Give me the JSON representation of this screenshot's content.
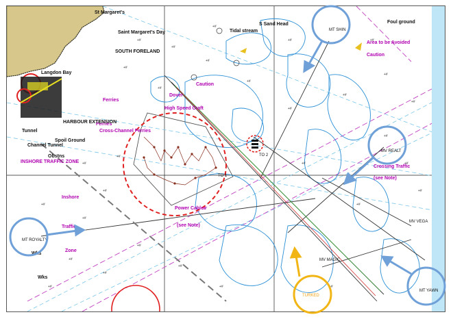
{
  "map": {
    "labels": {
      "st_margarets": "St Margaret's",
      "margarets_day": "Saint Margaret's Day",
      "south_foreland": "SOUTH FORELAND",
      "langdon_bay": "Langdon Bay",
      "tidal_stream": "Tidal stream",
      "s_sand_head": "S Sand Head",
      "foul_ground": "Foul ground",
      "area_avoided": "Area to be Avoided",
      "caution_top": "Caution",
      "caution_mid": "Caution",
      "dover": "Dover",
      "high_speed": "High Speed Craft",
      "cross_channel": "Cross-Channel Ferries",
      "ferries_a": "Ferries",
      "ferries_b": "Ferries",
      "channel_tunnel": "Channel Tunnel",
      "spoil_ground": "Spoil Ground",
      "tunnel": "Tunnel",
      "obstns": "Obstns",
      "inshore_traffic_zone": "INSHORE TRAFFIC ZONE",
      "inshore": "Inshore",
      "traffic": "Traffic",
      "zone": "Zone",
      "power_cables": "Power Cables",
      "see_note": "(see Note)",
      "crossing_traffic": "Crossing Traffic",
      "see_note_right": "(see Note)",
      "wks_a": "Wks",
      "wks_b": "Wks",
      "harbour_extension": "HARBOUR EXTENSION",
      "to1": "TO 1",
      "to2": "TO 2"
    },
    "ships": {
      "mt_shin": "MT SHIN",
      "mv_realt": "MV REALT",
      "mv_vega": "MV VEGA",
      "mv_magic": "MV MAGIC",
      "mt_yawn": "MT YAWN",
      "mt_royalty": "MT ROYALTY",
      "target_orange": "TURKED"
    },
    "colors": {
      "land": "#d8c78a",
      "shallow_contour": "#2a8fd6",
      "callout_circle": "#6fa0d8",
      "callout_circle_orange": "#f2b516",
      "danger_red": "#e02020",
      "magenta": "#b000b0"
    }
  }
}
